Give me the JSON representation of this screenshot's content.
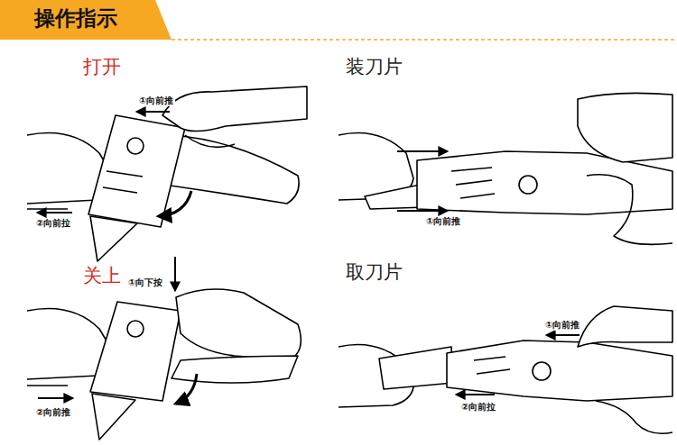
{
  "diagram": {
    "title": "操作指示",
    "labels": [
      "打开",
      "①向前推",
      "②向前拉",
      "装刀片",
      "①向前推",
      "关上",
      "①向下按",
      "②向前推",
      "取刀片",
      "①向前推",
      "②向前拉"
    ]
  }
}
